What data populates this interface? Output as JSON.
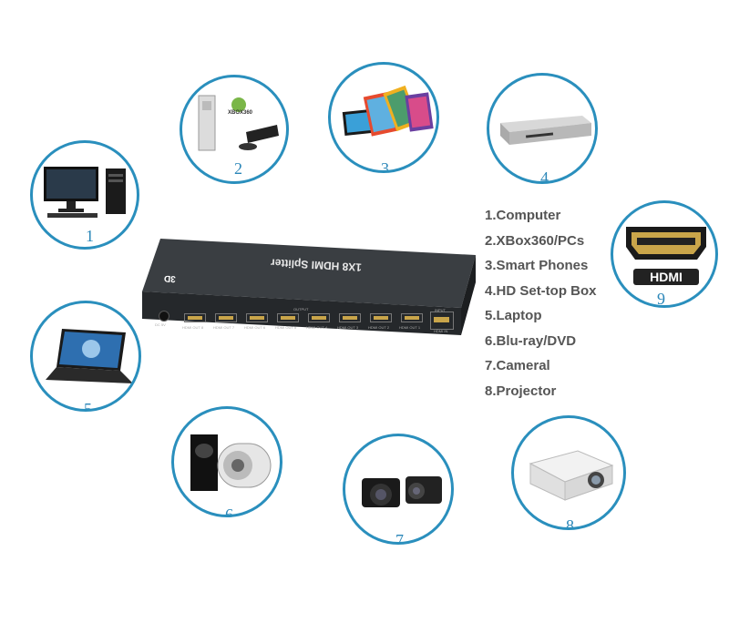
{
  "device": {
    "title": "1X8 HDMI Splitter",
    "logo": "3D",
    "section_label": "OUTPUT",
    "input_label": "INPUT",
    "power_label": "DC 5V",
    "port_labels": [
      "HDMI OUT 8",
      "HDMI OUT 7",
      "HDMI OUT 6",
      "HDMI OUT 5",
      "HDMI OUT 4",
      "HDMI OUT 3",
      "HDMI OUT 2",
      "HDMI OUT 1"
    ],
    "input_port_label": "HDMI IN"
  },
  "nodes": [
    {
      "number": "1"
    },
    {
      "number": "2",
      "logo_text": "XBOX360"
    },
    {
      "number": "3"
    },
    {
      "number": "4"
    },
    {
      "number": "5"
    },
    {
      "number": "6"
    },
    {
      "number": "7"
    },
    {
      "number": "8"
    },
    {
      "number": "9",
      "logo_text": "HDMI"
    }
  ],
  "legend": [
    "1.Computer",
    "2.XBox360/PCs",
    "3.Smart Phones",
    "4.HD Set-top Box",
    "5.Laptop",
    "6.Blu-ray/DVD",
    "7.Cameral",
    "8.Projector"
  ],
  "colors": {
    "circle_border": "#2a8fbd",
    "number": "#2a86b8",
    "device_body": "#2e3236",
    "legend_text": "#555555"
  }
}
